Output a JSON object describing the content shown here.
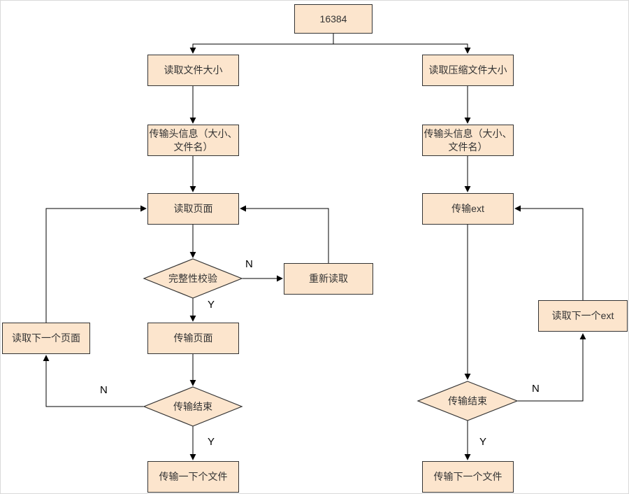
{
  "diagram": {
    "title": "file transfer flowchart",
    "colors": {
      "node_fill": "#FCE5CD",
      "node_border": "#333333",
      "edge": "#000000",
      "text": "#333333"
    },
    "nodes": {
      "start": "16384",
      "read_file_size": "读取文件大小",
      "read_zip_size": "读取压缩文件大小",
      "header_left": "传输头信息（大小、\n文件名）",
      "header_right": "传输头信息（大小、\n文件名）",
      "read_page": "读取页面",
      "trans_ext": "传输ext",
      "integrity_check": "完整性校验",
      "reread": "重新读取",
      "read_next_page": "读取下一个页面",
      "trans_page": "传输页面",
      "end_check_left": "传输结束",
      "trans_next_file_left": "传输一下个文件",
      "read_next_ext": "读取下一个ext",
      "end_check_right": "传输结束",
      "trans_next_file_right": "传输下一个文件"
    },
    "edge_labels": {
      "integrity_no": "N",
      "integrity_yes": "Y",
      "end_left_no": "N",
      "end_left_yes": "Y",
      "end_right_no": "N",
      "end_right_yes": "Y"
    }
  }
}
